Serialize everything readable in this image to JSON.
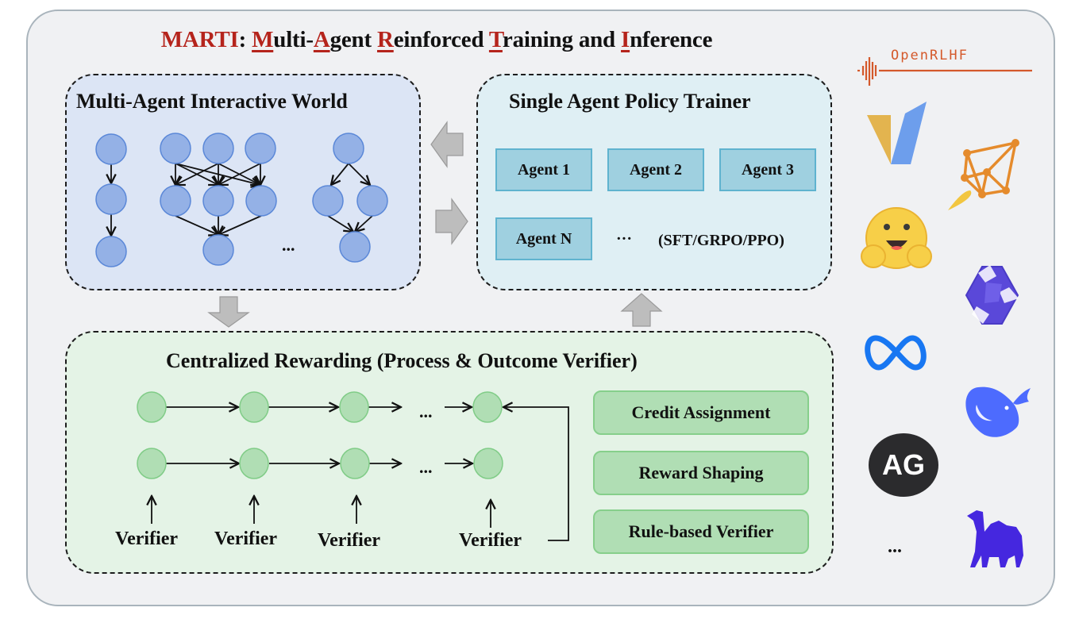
{
  "title": {
    "prefix": "MARTI",
    "colon": ": ",
    "parts": [
      {
        "initial": "M",
        "rest": "ulti-"
      },
      {
        "initial": "A",
        "rest": "gent "
      },
      {
        "initial": "R",
        "rest": "einforced "
      },
      {
        "initial": "T",
        "rest": "raining and "
      },
      {
        "initial": "I",
        "rest": "nference"
      }
    ],
    "accent_color": "#b5241c"
  },
  "world": {
    "title": "Multi-Agent Interactive World",
    "ellipsis": "...",
    "graphs": [
      "chain",
      "fully-connected-layered",
      "diamond"
    ]
  },
  "trainer": {
    "title": "Single Agent Policy Trainer",
    "agents": [
      "Agent 1",
      "Agent 2",
      "Agent 3",
      "Agent N"
    ],
    "ellipsis": "···",
    "methods": "(SFT/GRPO/PPO)"
  },
  "reward": {
    "title": "Centralized Rewarding (Process & Outcome Verifier)",
    "ellipsis": "...",
    "verifier_label": "Verifier",
    "verifiers": [
      "Verifier",
      "Verifier",
      "Verifier",
      "Verifier"
    ],
    "modules": [
      "Credit Assignment",
      "Reward Shaping",
      "Rule-based Verifier"
    ]
  },
  "flows": [
    {
      "from": "trainer",
      "to": "world",
      "icon": "arrow-left-icon"
    },
    {
      "from": "world",
      "to": "trainer",
      "icon": "arrow-right-icon"
    },
    {
      "from": "world",
      "to": "reward",
      "icon": "arrow-down-icon"
    },
    {
      "from": "reward",
      "to": "trainer",
      "icon": "arrow-up-icon"
    }
  ],
  "logos": {
    "openrlhf": "OpenRLHF",
    "ag": "AG",
    "more": "...",
    "items": [
      "openrlhf-logo",
      "vllm-logo",
      "ray-logo",
      "huggingface-logo",
      "qwen-logo",
      "meta-logo",
      "deepseek-logo",
      "autogen-logo",
      "camel-logo"
    ]
  },
  "colors": {
    "frame_bg": "#f0f1f3",
    "world_bg": "#dce5f5",
    "trainer_bg": "#dfeff4",
    "reward_bg": "#e4f3e6",
    "blue_node": "#94b1e6",
    "green_node": "#b0deb4",
    "agent_box": "#9fd0e0",
    "arrow_gray": "#bdbdbd"
  }
}
